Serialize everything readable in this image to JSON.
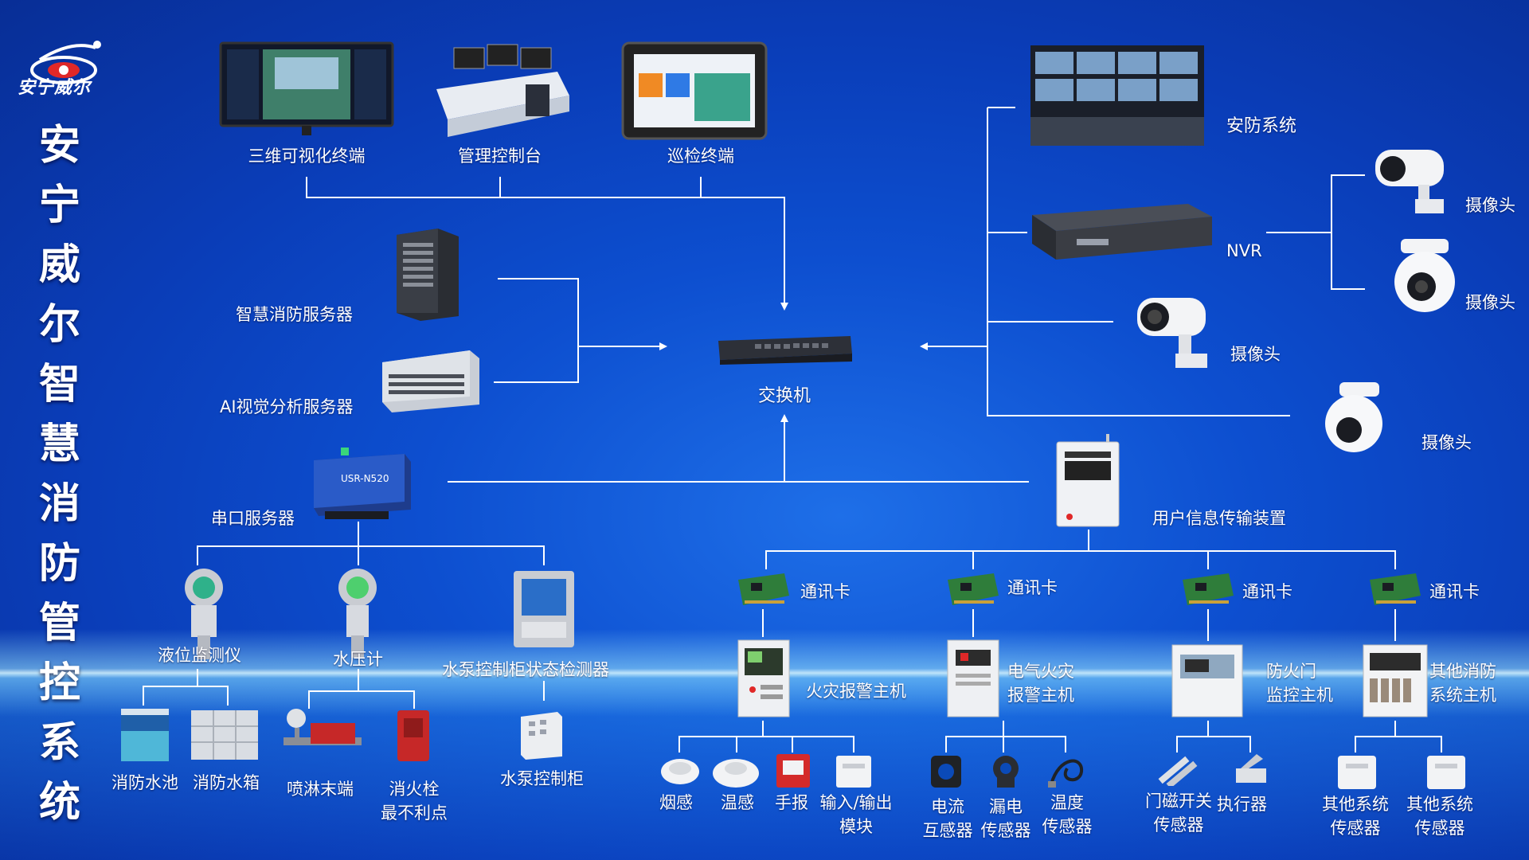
{
  "company_logo_text": "安宁威尔",
  "title": "安宁威尔智慧消防管控系统",
  "nodes": {
    "visualization_terminal": "三维可视化终端",
    "management_console": "管理控制台",
    "inspection_terminal": "巡检终端",
    "fire_server": "智慧消防服务器",
    "ai_server": "AI视觉分析服务器",
    "switch": "交换机",
    "security_system": "安防系统",
    "nvr": "NVR",
    "camera_1": "摄像头",
    "camera_2": "摄像头",
    "camera_3": "摄像头",
    "camera_4": "摄像头",
    "serial_server": "串口服务器",
    "serial_server_brand": "USR-N520",
    "user_info_device": "用户信息传输装置",
    "level_monitor": "液位监测仪",
    "pressure_gauge": "水压计",
    "pump_monitor": "水泵控制柜状态检测器",
    "fire_pool": "消防水池",
    "fire_tank": "消防水箱",
    "sprinkler_end": "喷淋末端",
    "hydrant_line1": "消火栓",
    "hydrant_line2": "最不利点",
    "pump_cabinet": "水泵控制柜",
    "comm_card_1": "通讯卡",
    "comm_card_2": "通讯卡",
    "comm_card_3": "通讯卡",
    "comm_card_4": "通讯卡",
    "fire_alarm_host": "火灾报警主机",
    "elec_fire_line1": "电气火灾",
    "elec_fire_line2": "报警主机",
    "fire_door_line1": "防火门",
    "fire_door_line2": "监控主机",
    "other_host_line1": "其他消防",
    "other_host_line2": "系统主机",
    "smoke": "烟感",
    "temp": "温感",
    "manual_alarm": "手报",
    "io_module_line1": "输入/输出",
    "io_module_line2": "模块",
    "current_line1": "电流",
    "current_line2": "互感器",
    "leakage_line1": "漏电",
    "leakage_line2": "传感器",
    "tempsensor_line1": "温度",
    "tempsensor_line2": "传感器",
    "door_sensor_line1": "门磁开关",
    "door_sensor_line2": "传感器",
    "actuator": "执行器",
    "other_sensor_a_line1": "其他系统",
    "other_sensor_a_line2": "传感器",
    "other_sensor_b_line1": "其他系统",
    "other_sensor_b_line2": "传感器"
  }
}
